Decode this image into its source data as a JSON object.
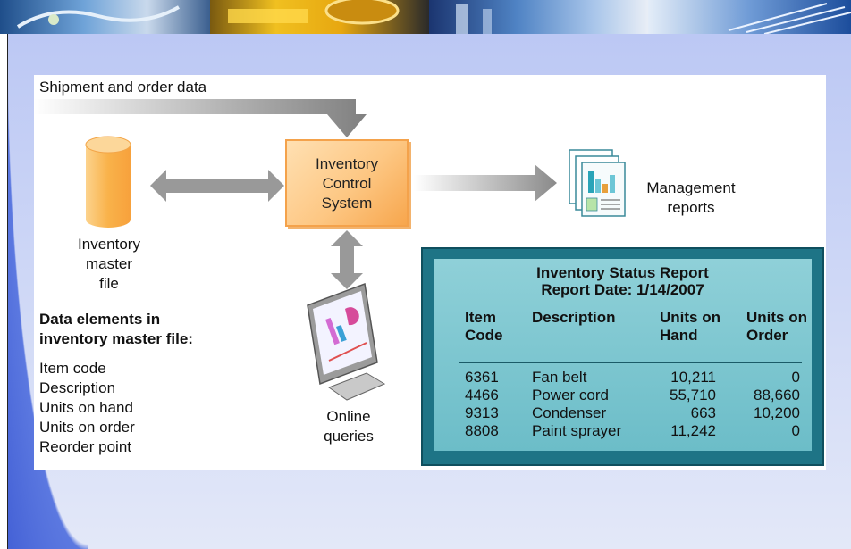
{
  "diagram": {
    "input_label": "Shipment and order data",
    "master_file_label": [
      "Inventory",
      "master",
      "file"
    ],
    "system_label": [
      "Inventory",
      "Control",
      "System"
    ],
    "reports_label": [
      "Management",
      "reports"
    ],
    "queries_label": [
      "Online",
      "queries"
    ],
    "data_elements": {
      "heading": [
        "Data elements in",
        "inventory master file:"
      ],
      "items": [
        "Item code",
        "Description",
        "Units on hand",
        "Units on order",
        "Reorder point"
      ]
    },
    "report": {
      "title": "Inventory Status Report",
      "date_line": "Report Date: 1/14/2007",
      "headers": [
        [
          "Item",
          "Code"
        ],
        [
          "Description"
        ],
        [
          "Units on",
          "Hand"
        ],
        [
          "Units on",
          "Order"
        ]
      ],
      "rows": [
        {
          "code": "6361",
          "description": "Fan belt",
          "on_hand": "10,211",
          "on_order": "0"
        },
        {
          "code": "4466",
          "description": "Power cord",
          "on_hand": "55,710",
          "on_order": "88,660"
        },
        {
          "code": "9313",
          "description": "Condenser",
          "on_hand": "663",
          "on_order": "10,200"
        },
        {
          "code": "8808",
          "description": "Paint sprayer",
          "on_hand": "11,242",
          "on_order": "0"
        }
      ]
    }
  },
  "colors": {
    "cylinder": "#f9b24a",
    "system_box": "#fdc783",
    "arrow": "#8f8f8f",
    "report_frame": "#1e7486",
    "report_fill": "#7cc6cf",
    "slide_bg": "#c7d2f5",
    "accent_curve": "#4461d6"
  }
}
